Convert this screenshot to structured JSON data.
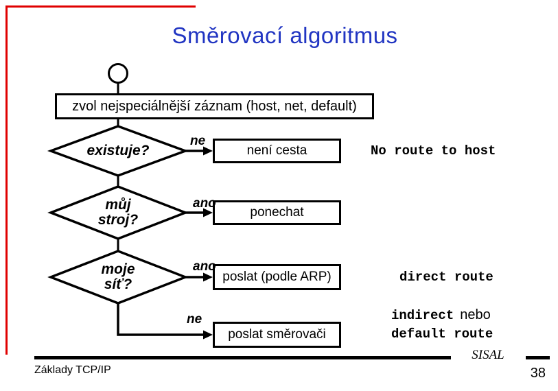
{
  "slide": {
    "title": "Směrovací algoritmus",
    "page_number": "38",
    "footer_course": "Základy TCP/IP",
    "footer_brand": "SISAL"
  },
  "colors": {
    "title_blue": "#2135c2",
    "accent_red": "#e00000",
    "ink_black": "#000000"
  },
  "flowchart": {
    "start_label": "zvol nejspeciálnější záznam (host, net, default)",
    "decision1": {
      "question": "existuje?",
      "branch_label": "ne",
      "result": "není cesta",
      "annotation": "No route to host"
    },
    "decision2": {
      "question": "můj\nstroj?",
      "branch_label": "ano",
      "result": "ponechat"
    },
    "decision3": {
      "question": "moje\nsíť?",
      "branch_label": "ano",
      "result": "poslat (podle ARP)",
      "annotation": "direct route"
    },
    "decision4": {
      "branch_label": "ne",
      "result": "poslat směrovači",
      "annotation_mono_1": "indirect",
      "annotation_plain": "nebo",
      "annotation_mono_2": "default route"
    }
  }
}
